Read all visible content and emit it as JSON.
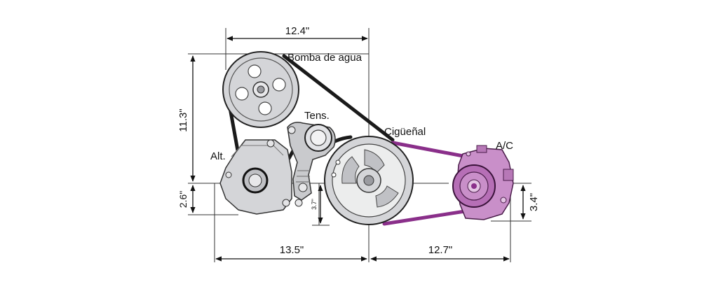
{
  "labels": {
    "water_pump": "Bomba de agua",
    "tensioner": "Tens.",
    "crankshaft": "Cigüeñal",
    "alternator": "Alt.",
    "ac": "A/C"
  },
  "dimensions": {
    "top_width": "12.4\"",
    "left_height": "11.3\"",
    "left_small_height": "2.6\"",
    "crank_small_height": "3.7\"",
    "ac_height": "3.4\"",
    "bottom_left": "13.5\"",
    "bottom_right": "12.7\""
  },
  "colors": {
    "belt": "#1a1a1a",
    "ac_belt": "#8a2f8a",
    "component_fill": "#d4d5d8",
    "ac_fill": "#c98fc9"
  }
}
